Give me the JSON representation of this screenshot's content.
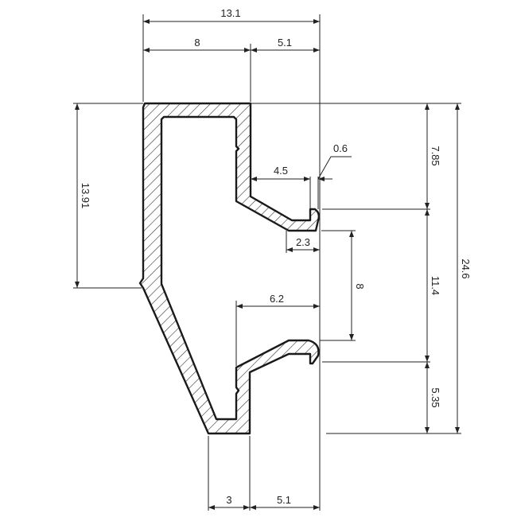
{
  "drawing": {
    "title": "Aluminium profile cross-section",
    "dimensions": {
      "overall_width": "13.1",
      "top_left_width": "8",
      "top_right_width": "5.1",
      "left_height": "13.91",
      "overall_height": "24.6",
      "upper_height": "7.85",
      "middle_height": "11.4",
      "lower_height": "5.35",
      "lip_gap": "0.6",
      "upper_flange_depth": "4.5",
      "lip_width": "2.3",
      "opening": "8",
      "lower_flange_depth": "6.2",
      "bottom_left_width": "3",
      "bottom_right_width": "5.1"
    }
  }
}
